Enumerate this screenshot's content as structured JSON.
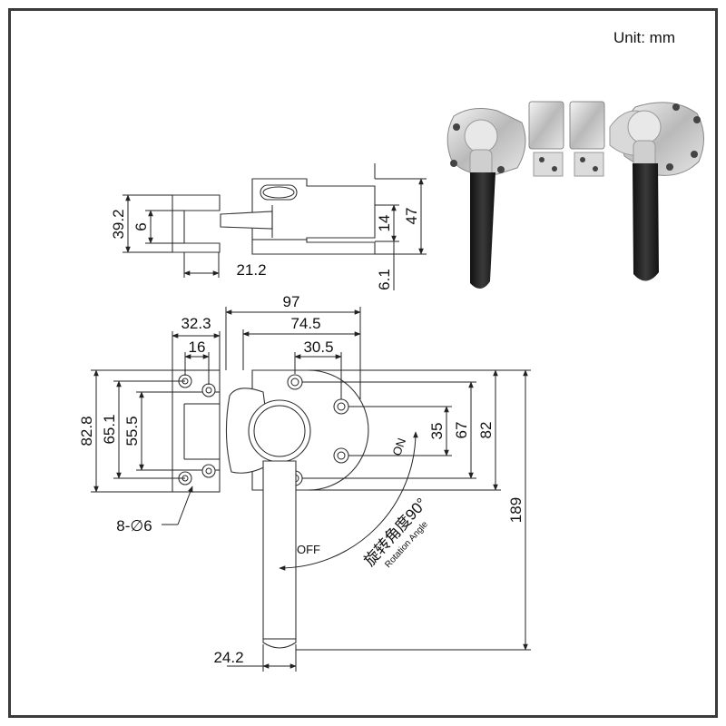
{
  "unit_label": "Unit: mm",
  "side_view": {
    "dim_39_2": "39.2",
    "dim_6_left": "6",
    "dim_14": "14",
    "dim_47": "47",
    "dim_21_2": "21.2",
    "dim_6_1": "6.1"
  },
  "front_view": {
    "dim_97": "97",
    "dim_32_3": "32.3",
    "dim_74_5": "74.5",
    "dim_16": "16",
    "dim_30_5": "30.5",
    "dim_82_8": "82.8",
    "dim_65_1": "65.1",
    "dim_55_5": "55.5",
    "dim_35": "35",
    "dim_67": "67",
    "dim_82": "82",
    "dim_189": "189",
    "dim_24_2": "24.2",
    "holes": "8-∅6",
    "on_label": "ON",
    "off_label": "OFF",
    "rotation_cn": "旋转角度90°",
    "rotation_en": "Rotation Angle"
  },
  "colors": {
    "line": "#222222",
    "handle_grip": "#1c1c1c",
    "metal": "#c8c8c8"
  }
}
